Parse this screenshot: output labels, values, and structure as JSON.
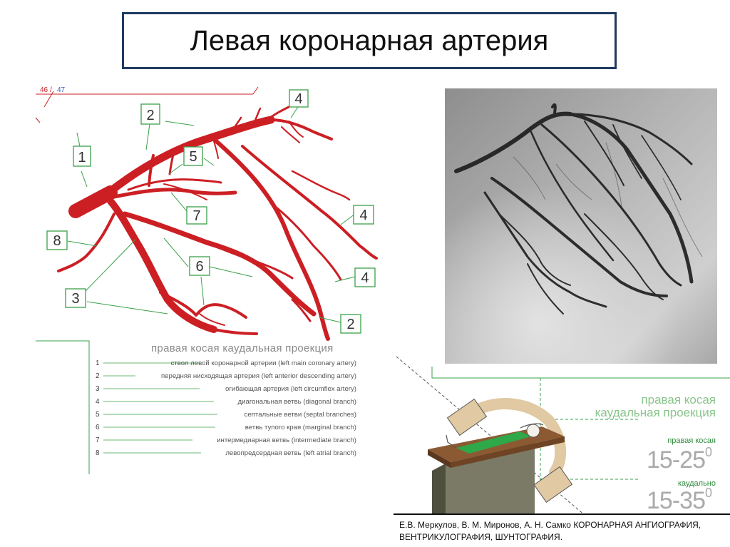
{
  "slide": {
    "title": "Левая коронарная артерия"
  },
  "page_numbers": {
    "left": "46",
    "right": "47"
  },
  "diagram": {
    "callouts": [
      "1",
      "2",
      "5",
      "4",
      "7",
      "4",
      "8",
      "6",
      "4",
      "3",
      "2"
    ],
    "colors": {
      "artery": "#cc1f24",
      "callout_border": "#3aa048",
      "leader_line": "#3aa048",
      "callout_text": "#333333"
    }
  },
  "legend": {
    "title": "правая косая каудальная проекция",
    "items": [
      {
        "num": "1",
        "text": "ствол левой коронарной артерии (left main coronary artery)"
      },
      {
        "num": "2",
        "text": "передняя нисходящая артерия (left anterior descending artery)"
      },
      {
        "num": "3",
        "text": "огибающая артерия (left circumflex artery)"
      },
      {
        "num": "4",
        "text": "диагональная ветвь (diagonal branch)"
      },
      {
        "num": "5",
        "text": "септальные ветви (septal branches)"
      },
      {
        "num": "6",
        "text": "ветвь тупого края (marginal branch)"
      },
      {
        "num": "7",
        "text": "интермедиарная ветвь (intermediate branch)"
      },
      {
        "num": "8",
        "text": "левопредсердная ветвь (left atrial branch)"
      }
    ]
  },
  "projection": {
    "title_line1": "правая косая",
    "title_line2": "каудальная проекция",
    "oblique_label": "правая косая",
    "oblique_value": "15-25",
    "caudal_label": "каудально",
    "caudal_value": "15-35",
    "degree_symbol": "0"
  },
  "caption": {
    "line1": "Е.В. Меркулов, В. М. Миронов, А. Н. Самко КОРОНАРНАЯ АНГИОГРАФИЯ,",
    "line2": "ВЕНТРИКУЛОГРАФИЯ, ШУНТОГРАФИЯ."
  }
}
